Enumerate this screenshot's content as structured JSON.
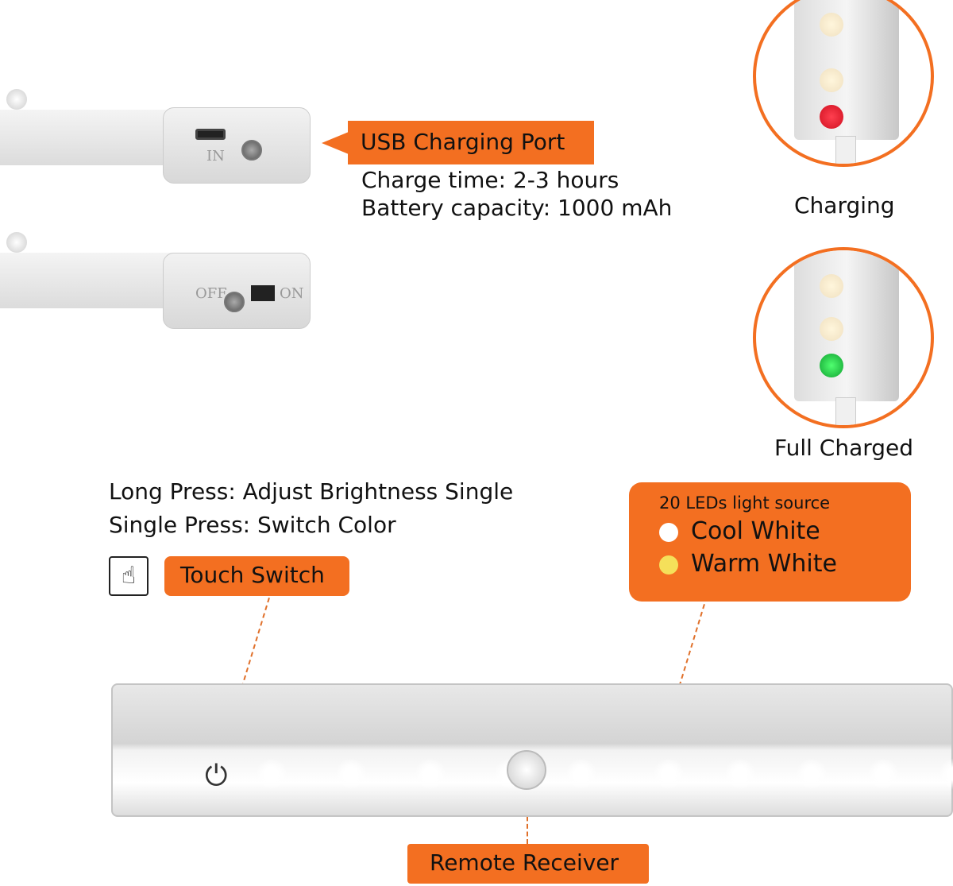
{
  "usb_callout": {
    "title": "USB Charging Port",
    "charge_time": "Charge time: 2-3 hours",
    "battery": "Battery capacity: 1000 mAh"
  },
  "device_labels": {
    "in": "IN",
    "off": "OFF",
    "on": "ON"
  },
  "status_indicators": [
    {
      "label": "Charging",
      "led_color": "#e0202a"
    },
    {
      "label": "Full Charged",
      "led_color": "#22c040"
    }
  ],
  "touch": {
    "line1": "Long Press: Adjust Brightness Single",
    "line2": "Single Press: Switch Color",
    "label": "Touch Switch"
  },
  "led_box": {
    "title": "20 LEDs light source",
    "options": [
      {
        "label": "Cool White",
        "color": "#ffffff"
      },
      {
        "label": "Warm White",
        "color": "#f5e05a"
      }
    ]
  },
  "remote_label": "Remote Receiver",
  "colors": {
    "accent": "#f36f21"
  }
}
